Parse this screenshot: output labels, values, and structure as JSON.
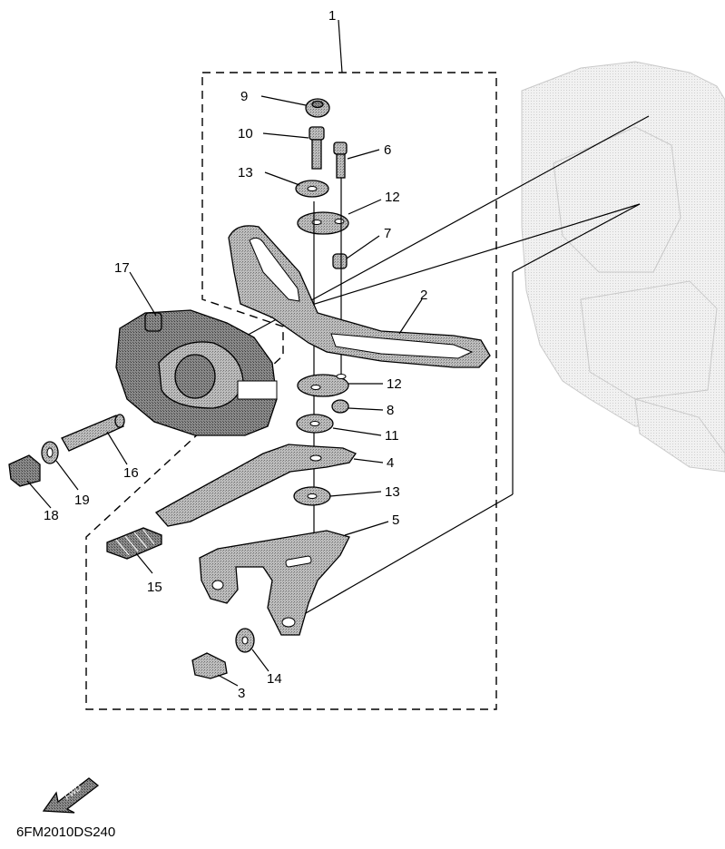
{
  "diagram": {
    "assembly_label": "1",
    "drawing_code": "6FM2010DS240",
    "fwd_text": "FWD",
    "parts": [
      {
        "id": "1"
      },
      {
        "id": "2"
      },
      {
        "id": "3"
      },
      {
        "id": "4"
      },
      {
        "id": "5"
      },
      {
        "id": "6"
      },
      {
        "id": "7"
      },
      {
        "id": "8"
      },
      {
        "id": "9"
      },
      {
        "id": "10"
      },
      {
        "id": "11"
      },
      {
        "id": "12"
      },
      {
        "id": "12b",
        "label": "12"
      },
      {
        "id": "13"
      },
      {
        "id": "13b",
        "label": "13"
      },
      {
        "id": "14"
      },
      {
        "id": "15"
      },
      {
        "id": "16"
      },
      {
        "id": "17"
      },
      {
        "id": "18"
      },
      {
        "id": "19"
      }
    ],
    "labels": {
      "p1": "1",
      "p2": "2",
      "p3": "3",
      "p4": "4",
      "p5": "5",
      "p6": "6",
      "p7": "7",
      "p8": "8",
      "p9": "9",
      "p10": "10",
      "p11": "11",
      "p12a": "12",
      "p12b": "12",
      "p13a": "13",
      "p13b": "13",
      "p14": "14",
      "p15": "15",
      "p16": "16",
      "p17": "17",
      "p18": "18",
      "p19": "19"
    }
  }
}
